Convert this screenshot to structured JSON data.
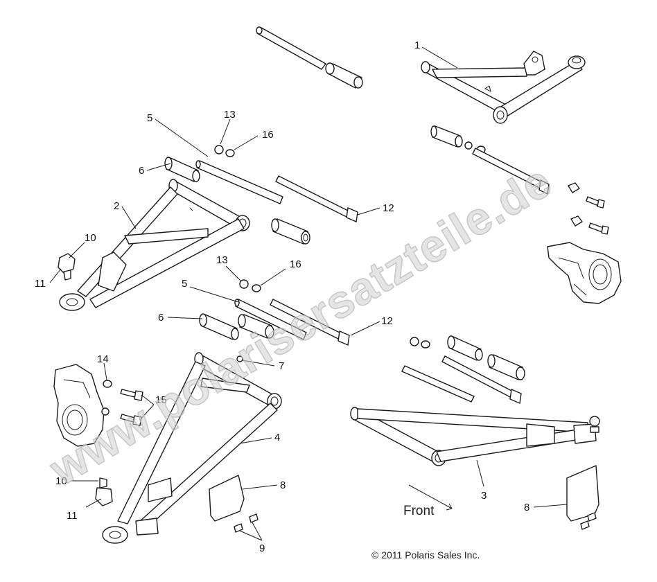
{
  "watermark": "www.polarisersatzteile.de",
  "callouts": {
    "c1": "1",
    "c2": "2",
    "c3": "3",
    "c4": "4",
    "c5a": "5",
    "c5b": "5",
    "c6a": "6",
    "c6b": "6",
    "c7": "7",
    "c8a": "8",
    "c8b": "8",
    "c9": "9",
    "c10a": "10",
    "c10b": "10",
    "c11a": "11",
    "c11b": "11",
    "c12a": "12",
    "c12b": "12",
    "c13a": "13",
    "c13b": "13",
    "c14": "14",
    "c15": "15",
    "c16a": "16",
    "c16b": "16"
  },
  "direction_label": "Front",
  "copyright": "© 2011 Polaris Sales Inc."
}
